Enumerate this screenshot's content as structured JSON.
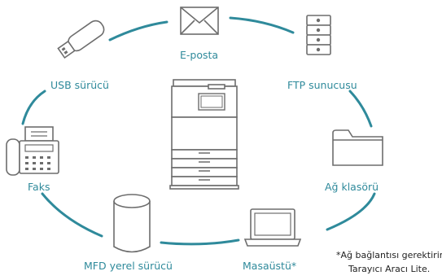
{
  "diagram": {
    "center_device": "mfp-printer-icon",
    "nodes": [
      {
        "id": "email",
        "label": "E-posta",
        "icon": "envelope-icon"
      },
      {
        "id": "ftp",
        "label": "FTP sunucusu",
        "icon": "server-icon"
      },
      {
        "id": "network_folder",
        "label": "Ağ klasörü",
        "icon": "folder-icon"
      },
      {
        "id": "desktop",
        "label": "Masaüstü*",
        "icon": "laptop-icon"
      },
      {
        "id": "mfd_local",
        "label": "MFD yerel sürücü",
        "icon": "cylinder-storage-icon"
      },
      {
        "id": "fax",
        "label": "Faks",
        "icon": "fax-machine-icon"
      },
      {
        "id": "usb",
        "label": "USB sürücü",
        "icon": "usb-drive-icon"
      }
    ],
    "footnote": {
      "line1": "*Ağ bağlantısı gerektirir",
      "line2": "Tarayıcı Aracı Lite."
    },
    "colors": {
      "ring": "#2f8a9b",
      "label": "#2f8a9b",
      "icon": "#6d6d6d",
      "footnote": "#222222"
    }
  }
}
